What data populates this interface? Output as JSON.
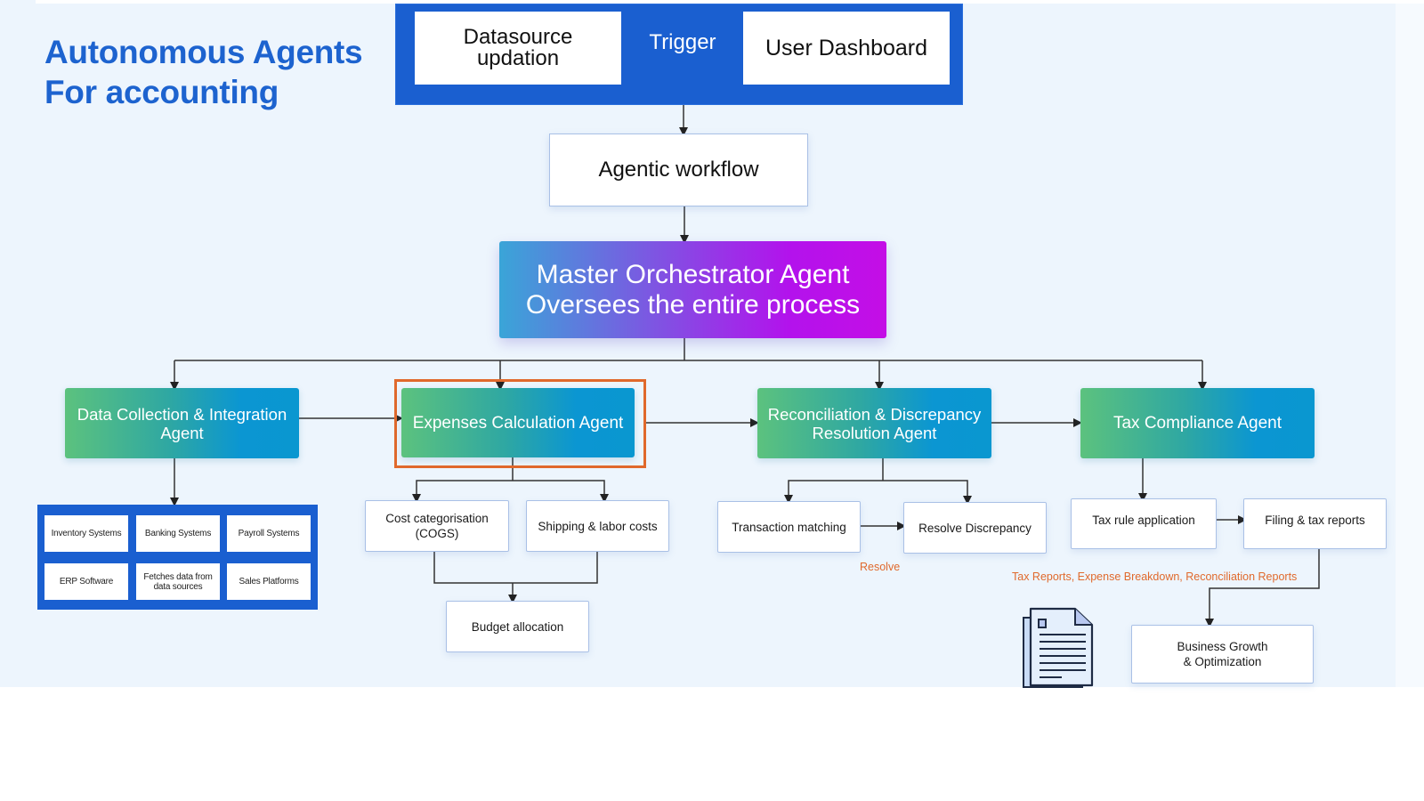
{
  "title": {
    "line1": "Autonomous Agents",
    "line2": "For accounting"
  },
  "trigger": {
    "label": "Trigger",
    "left_box": "Datasource updation",
    "right_box": "User Dashboard"
  },
  "workflow": "Agentic workflow",
  "master": {
    "line1": "Master Orchestrator Agent",
    "line2": "Oversees the entire process"
  },
  "agents": [
    {
      "label": "Data Collection & Integration Agent",
      "highlighted": false
    },
    {
      "label": "Expenses Calculation Agent",
      "highlighted": true
    },
    {
      "label": "Reconciliation & Discrepancy Resolution Agent",
      "highlighted": false
    },
    {
      "label": "Tax Compliance Agent",
      "highlighted": false
    }
  ],
  "data_sources": [
    "Inventory Systems",
    "Banking Systems",
    "Payroll Systems",
    "ERP Software",
    "Fetches data from data sources",
    "Sales Platforms"
  ],
  "expenses_steps": {
    "cost_categorisation": "Cost categorisation (COGS)",
    "shipping": "Shipping & labor costs",
    "budget": "Budget allocation"
  },
  "reconciliation_steps": {
    "matching": "Transaction matching",
    "resolve": "Resolve Discrepancy",
    "note": "Resolve"
  },
  "tax_steps": {
    "rules": "Tax rule application",
    "filing": "Filing & tax reports",
    "reports_note": "Tax Reports, Expense Breakdown, Reconciliation Reports",
    "outcome": "Business Growth & Optimization"
  },
  "icons": {
    "document": "document-icon"
  },
  "colors": {
    "title": "#1d63cf",
    "panel_blue": "#1a5fd0",
    "highlight": "#e0692c",
    "note": "#e0692c",
    "canvas": "#edf5fd"
  }
}
